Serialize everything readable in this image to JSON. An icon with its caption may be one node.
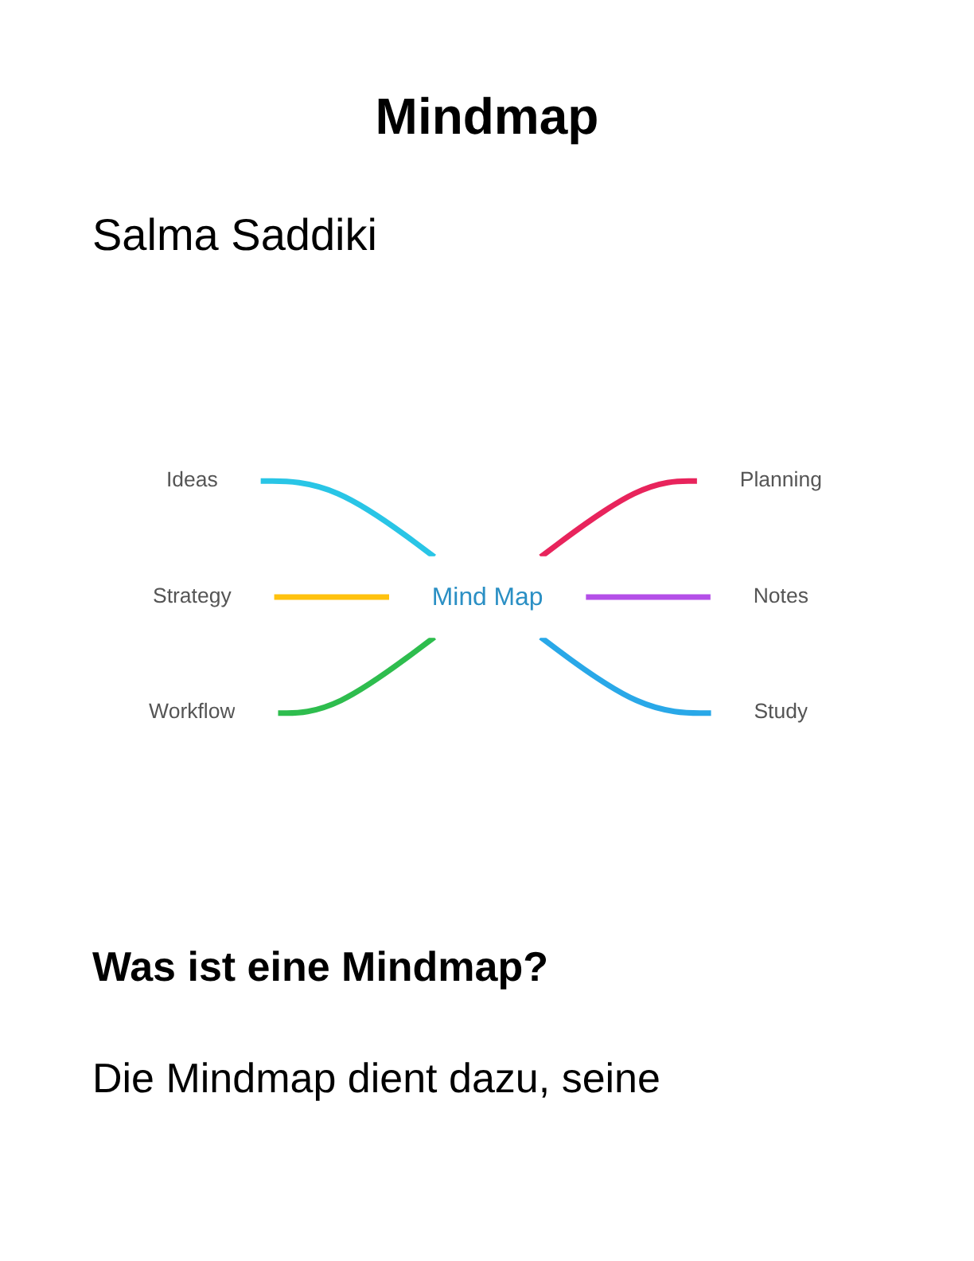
{
  "diagram": {
    "title": "Mindmap",
    "nodes": [
      {
        "text": [
          "Mind Map"
        ]
      },
      {
        "text": [
          "Ideas"
        ]
      },
      {
        "text": [
          "Strategy"
        ]
      },
      {
        "text": [
          "Workflow"
        ]
      },
      {
        "text": [
          "Planning"
        ]
      },
      {
        "text": [
          "Notes"
        ]
      },
      {
        "text": [
          "Study"
        ]
      }
    ],
    "edges": [
      {
        "from": 1,
        "to": 0,
        "arrow": "none",
        "color": "#29c5e6"
      },
      {
        "from": 2,
        "to": 0,
        "arrow": "none",
        "color": "#ffc20e"
      },
      {
        "from": 3,
        "to": 0,
        "arrow": "none",
        "color": "#2ebd4e"
      },
      {
        "from": 0,
        "to": 4,
        "arrow": "none",
        "color": "#e8245c"
      },
      {
        "from": 0,
        "to": 5,
        "arrow": "none",
        "color": "#b44fe8"
      },
      {
        "from": 0,
        "to": 6,
        "arrow": "none",
        "color": "#29a8e8"
      }
    ],
    "labels": [
      "Salma Saddiki",
      "Was ist eine Mindmap?",
      "Die Mindmap dient dazu, seine"
    ]
  }
}
